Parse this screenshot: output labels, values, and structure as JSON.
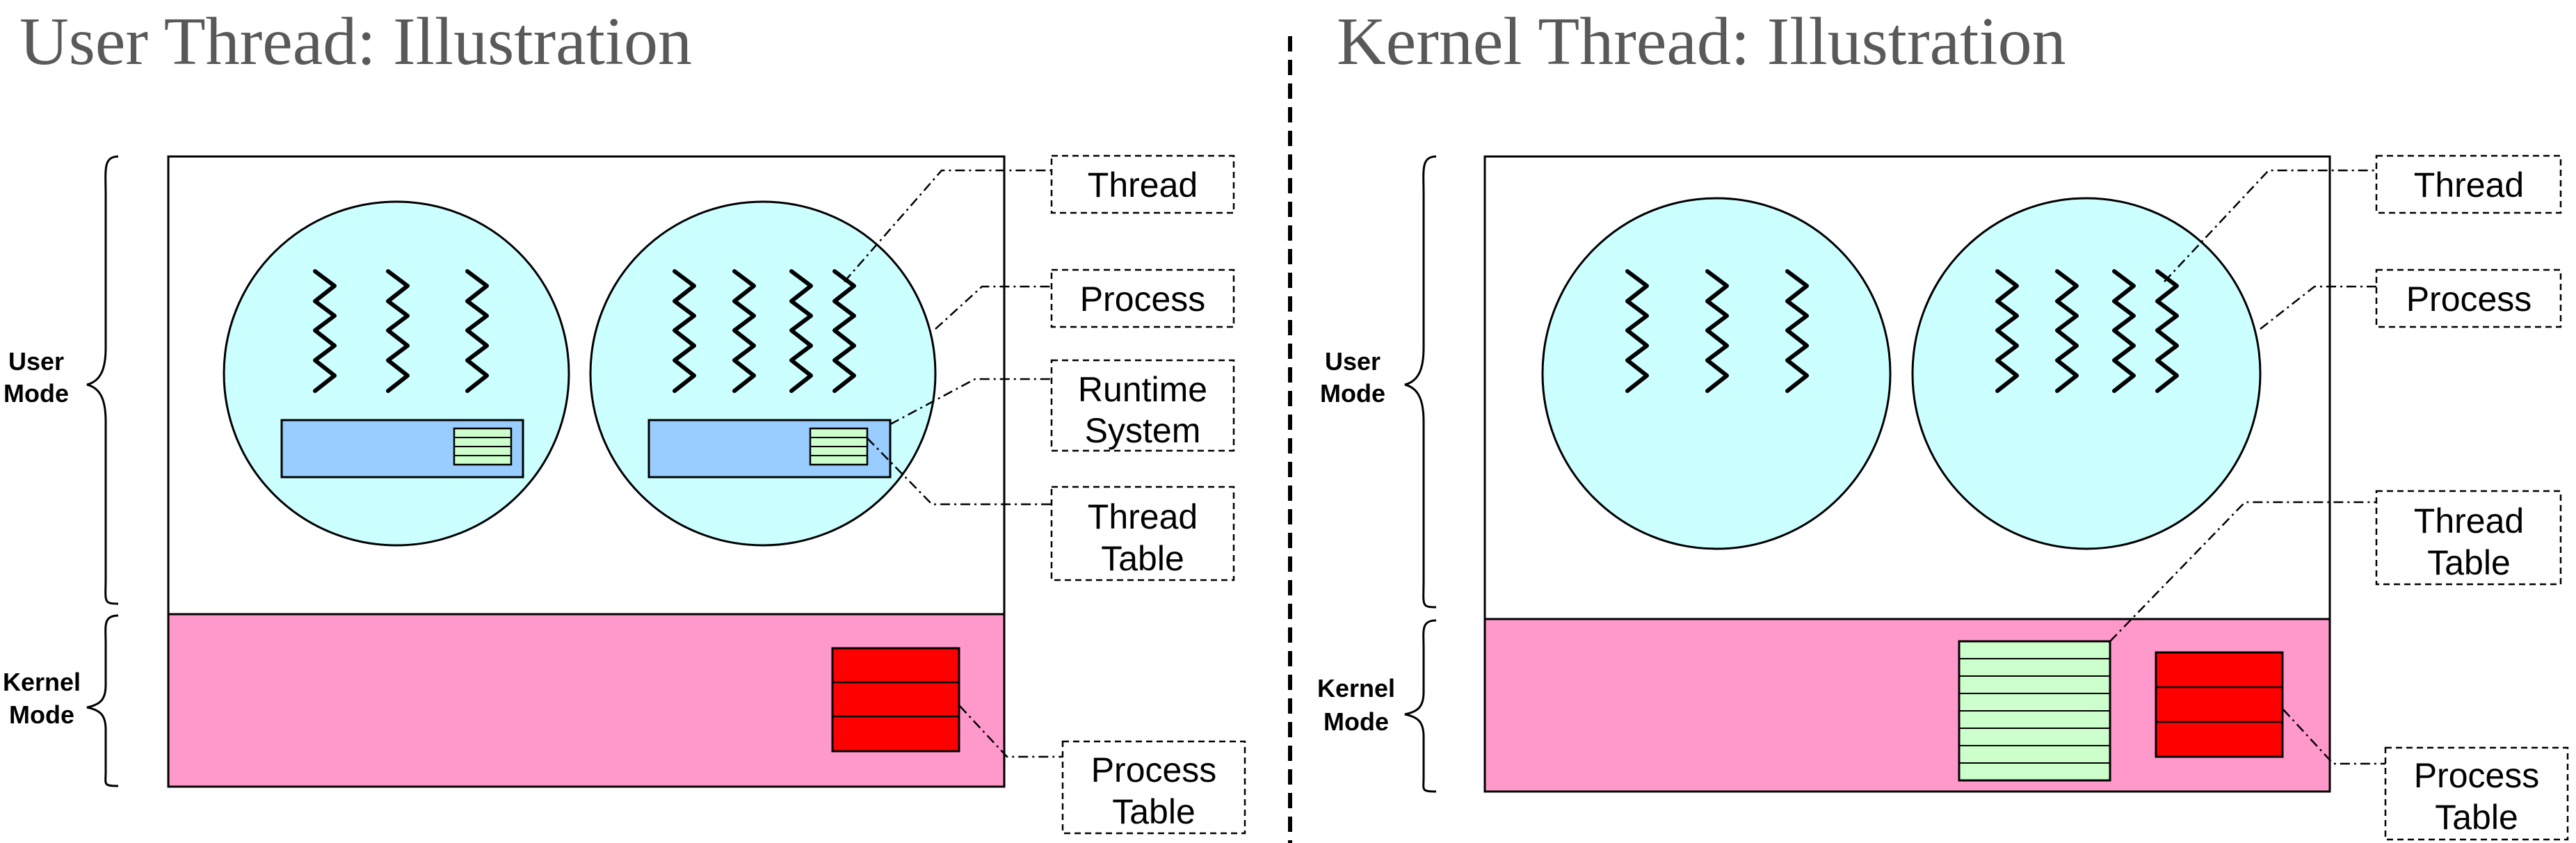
{
  "left": {
    "title": "User Thread: Illustration",
    "user_mode_label": [
      "User",
      "Mode"
    ],
    "kernel_mode_label": [
      "Kernel",
      "Mode"
    ],
    "labels": {
      "thread": [
        "Thread"
      ],
      "process": [
        "Process"
      ],
      "runtime_system": [
        "Runtime",
        "System"
      ],
      "thread_table": [
        "Thread",
        "Table"
      ],
      "process_table": [
        "Process",
        "Table"
      ]
    }
  },
  "right": {
    "title": "Kernel Thread: Illustration",
    "user_mode_label": [
      "User",
      "Mode"
    ],
    "kernel_mode_label": [
      "Kernel",
      "Mode"
    ],
    "labels": {
      "thread": [
        "Thread"
      ],
      "process": [
        "Process"
      ],
      "thread_table": [
        "Thread",
        "Table"
      ],
      "process_table": [
        "Process",
        "Table"
      ]
    }
  },
  "colors": {
    "process_fill": "#ccffff",
    "runtime_fill": "#99ccff",
    "thread_table_fill": "#ccffcc",
    "kernel_fill": "#ff99cc",
    "process_table_fill": "#ff0000",
    "title_text": "#595959"
  }
}
